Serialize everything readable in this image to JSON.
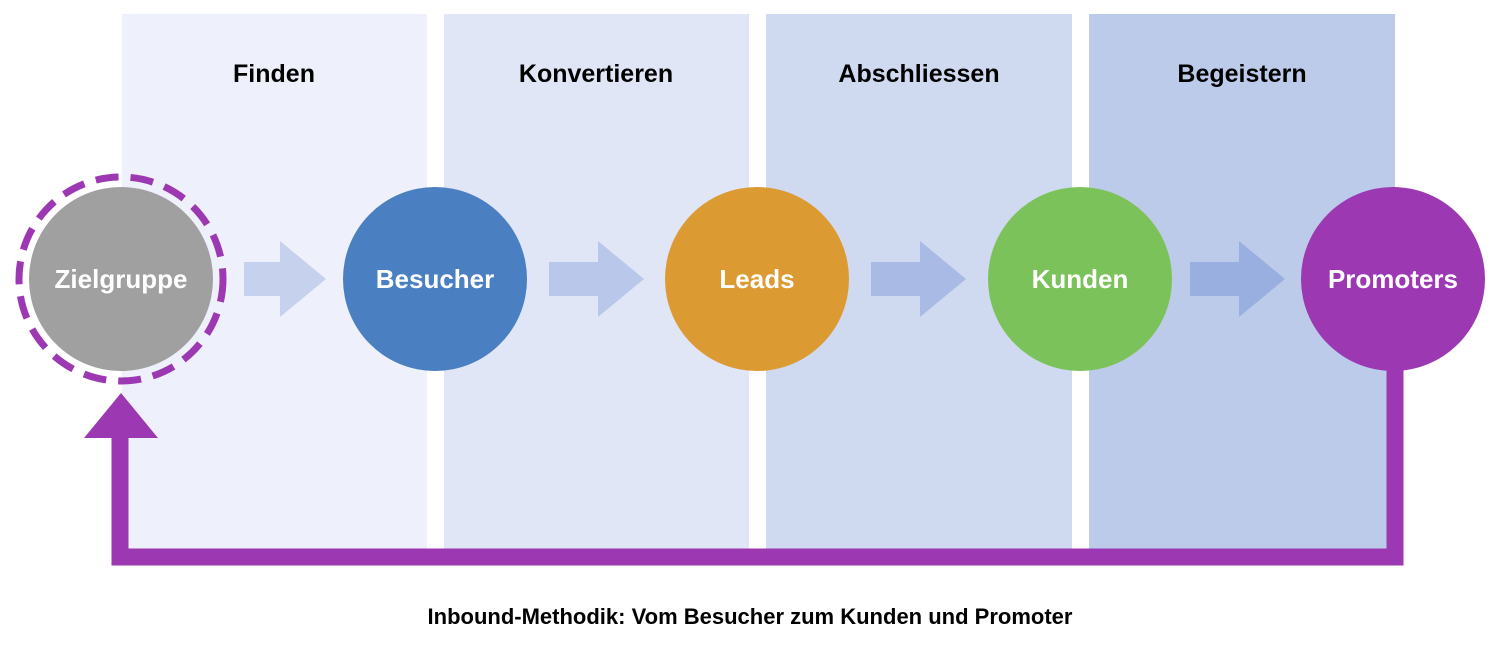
{
  "stages": [
    {
      "label": "Finden",
      "fill": "#eef1fb"
    },
    {
      "label": "Konvertieren",
      "fill": "#e0e6f6"
    },
    {
      "label": "Abschliessen",
      "fill": "#cfdaf1"
    },
    {
      "label": "Begeistern",
      "fill": "#bdcbeb"
    }
  ],
  "nodes": [
    {
      "label": "Zielgruppe",
      "color": "#a0a0a0",
      "ring_color": "#9b38b2"
    },
    {
      "label": "Besucher",
      "color": "#4a7fc1"
    },
    {
      "label": "Leads",
      "color": "#db9a32"
    },
    {
      "label": "Kunden",
      "color": "#7cc25a"
    },
    {
      "label": "Promoters",
      "color": "#9b38b2"
    }
  ],
  "flow_arrows": [
    {
      "from": "Zielgruppe",
      "to": "Besucher",
      "color": "#c6d1ee"
    },
    {
      "from": "Besucher",
      "to": "Leads",
      "color": "#b9c7ea"
    },
    {
      "from": "Leads",
      "to": "Kunden",
      "color": "#a9bbe4"
    },
    {
      "from": "Kunden",
      "to": "Promoters",
      "color": "#98afdf"
    }
  ],
  "feedback_loop": {
    "from": "Promoters",
    "to": "Zielgruppe",
    "color": "#9b38b2"
  },
  "caption": "Inbound-Methodik: Vom Besucher zum Kunden und Promoter"
}
